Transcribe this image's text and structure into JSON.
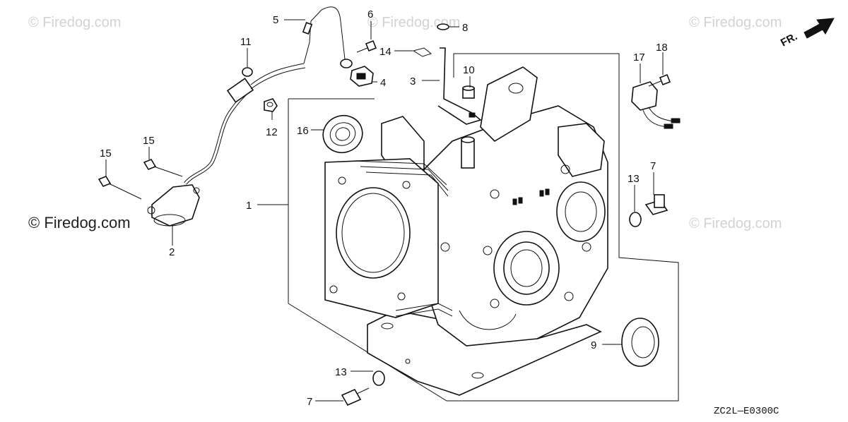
{
  "watermarks": {
    "top_left": "© Firedog.com",
    "top_center": "© Firedog.com",
    "top_right": "© Firedog.com",
    "middle_left": "© Firedog.com",
    "middle_right": "© Firedog.com"
  },
  "direction_label": "FR.",
  "diagram_code": "ZC2L—E0300C",
  "callouts": {
    "c1": "1",
    "c2": "2",
    "c3": "3",
    "c4": "4",
    "c5": "5",
    "c6": "6",
    "c7a": "7",
    "c7b": "7",
    "c8": "8",
    "c9": "9",
    "c10": "10",
    "c11": "11",
    "c12": "12",
    "c13a": "13",
    "c13b": "13",
    "c14": "14",
    "c15a": "15",
    "c15b": "15",
    "c16": "16",
    "c17": "17",
    "c18": "18"
  }
}
